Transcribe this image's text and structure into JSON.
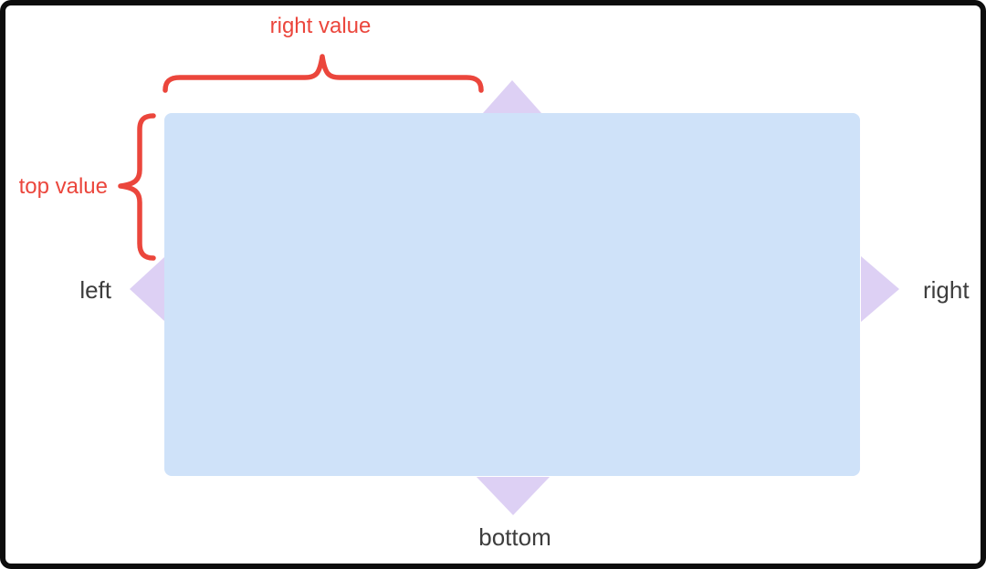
{
  "colors": {
    "canvas_border": "#0d0d0d",
    "background": "#ffffff",
    "box_fill": "#cfe2f9",
    "arrow": "#ddd0f4",
    "annotation": "#eb463c",
    "label": "#3d3d3d"
  },
  "box_labels": {
    "left": "left",
    "right": "right",
    "bottom": "bottom"
  },
  "annotations": {
    "right_value": "right value",
    "top_value": "top value"
  }
}
